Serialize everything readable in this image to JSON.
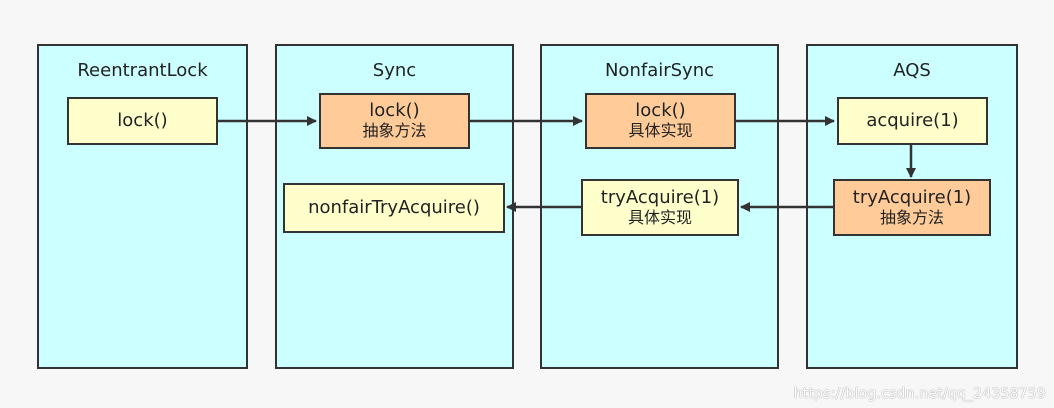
{
  "lanes": {
    "reentrantlock": "ReentrantLock",
    "sync": "Sync",
    "nonfairsync": "NonfairSync",
    "aqs": "AQS"
  },
  "nodes": {
    "reentrantlock_lock": {
      "main": "lock()"
    },
    "sync_lock": {
      "main": "lock()",
      "sub": "抽象方法"
    },
    "sync_nonfairtryacquire": {
      "main": "nonfairTryAcquire()"
    },
    "nonfairsync_lock": {
      "main": "lock()",
      "sub": "具体实现"
    },
    "nonfairsync_tryacquire": {
      "main": "tryAcquire(1)",
      "sub": "具体实现"
    },
    "aqs_acquire": {
      "main": "acquire(1)"
    },
    "aqs_tryacquire": {
      "main": "tryAcquire(1)",
      "sub": "抽象方法"
    }
  },
  "watermark": "https://blog.csdn.net/qq_24358759",
  "colors": {
    "lane_fill": "#ccffff",
    "node_yellow": "#ffffcc",
    "node_orange": "#ffcc99",
    "stroke": "#333333"
  }
}
